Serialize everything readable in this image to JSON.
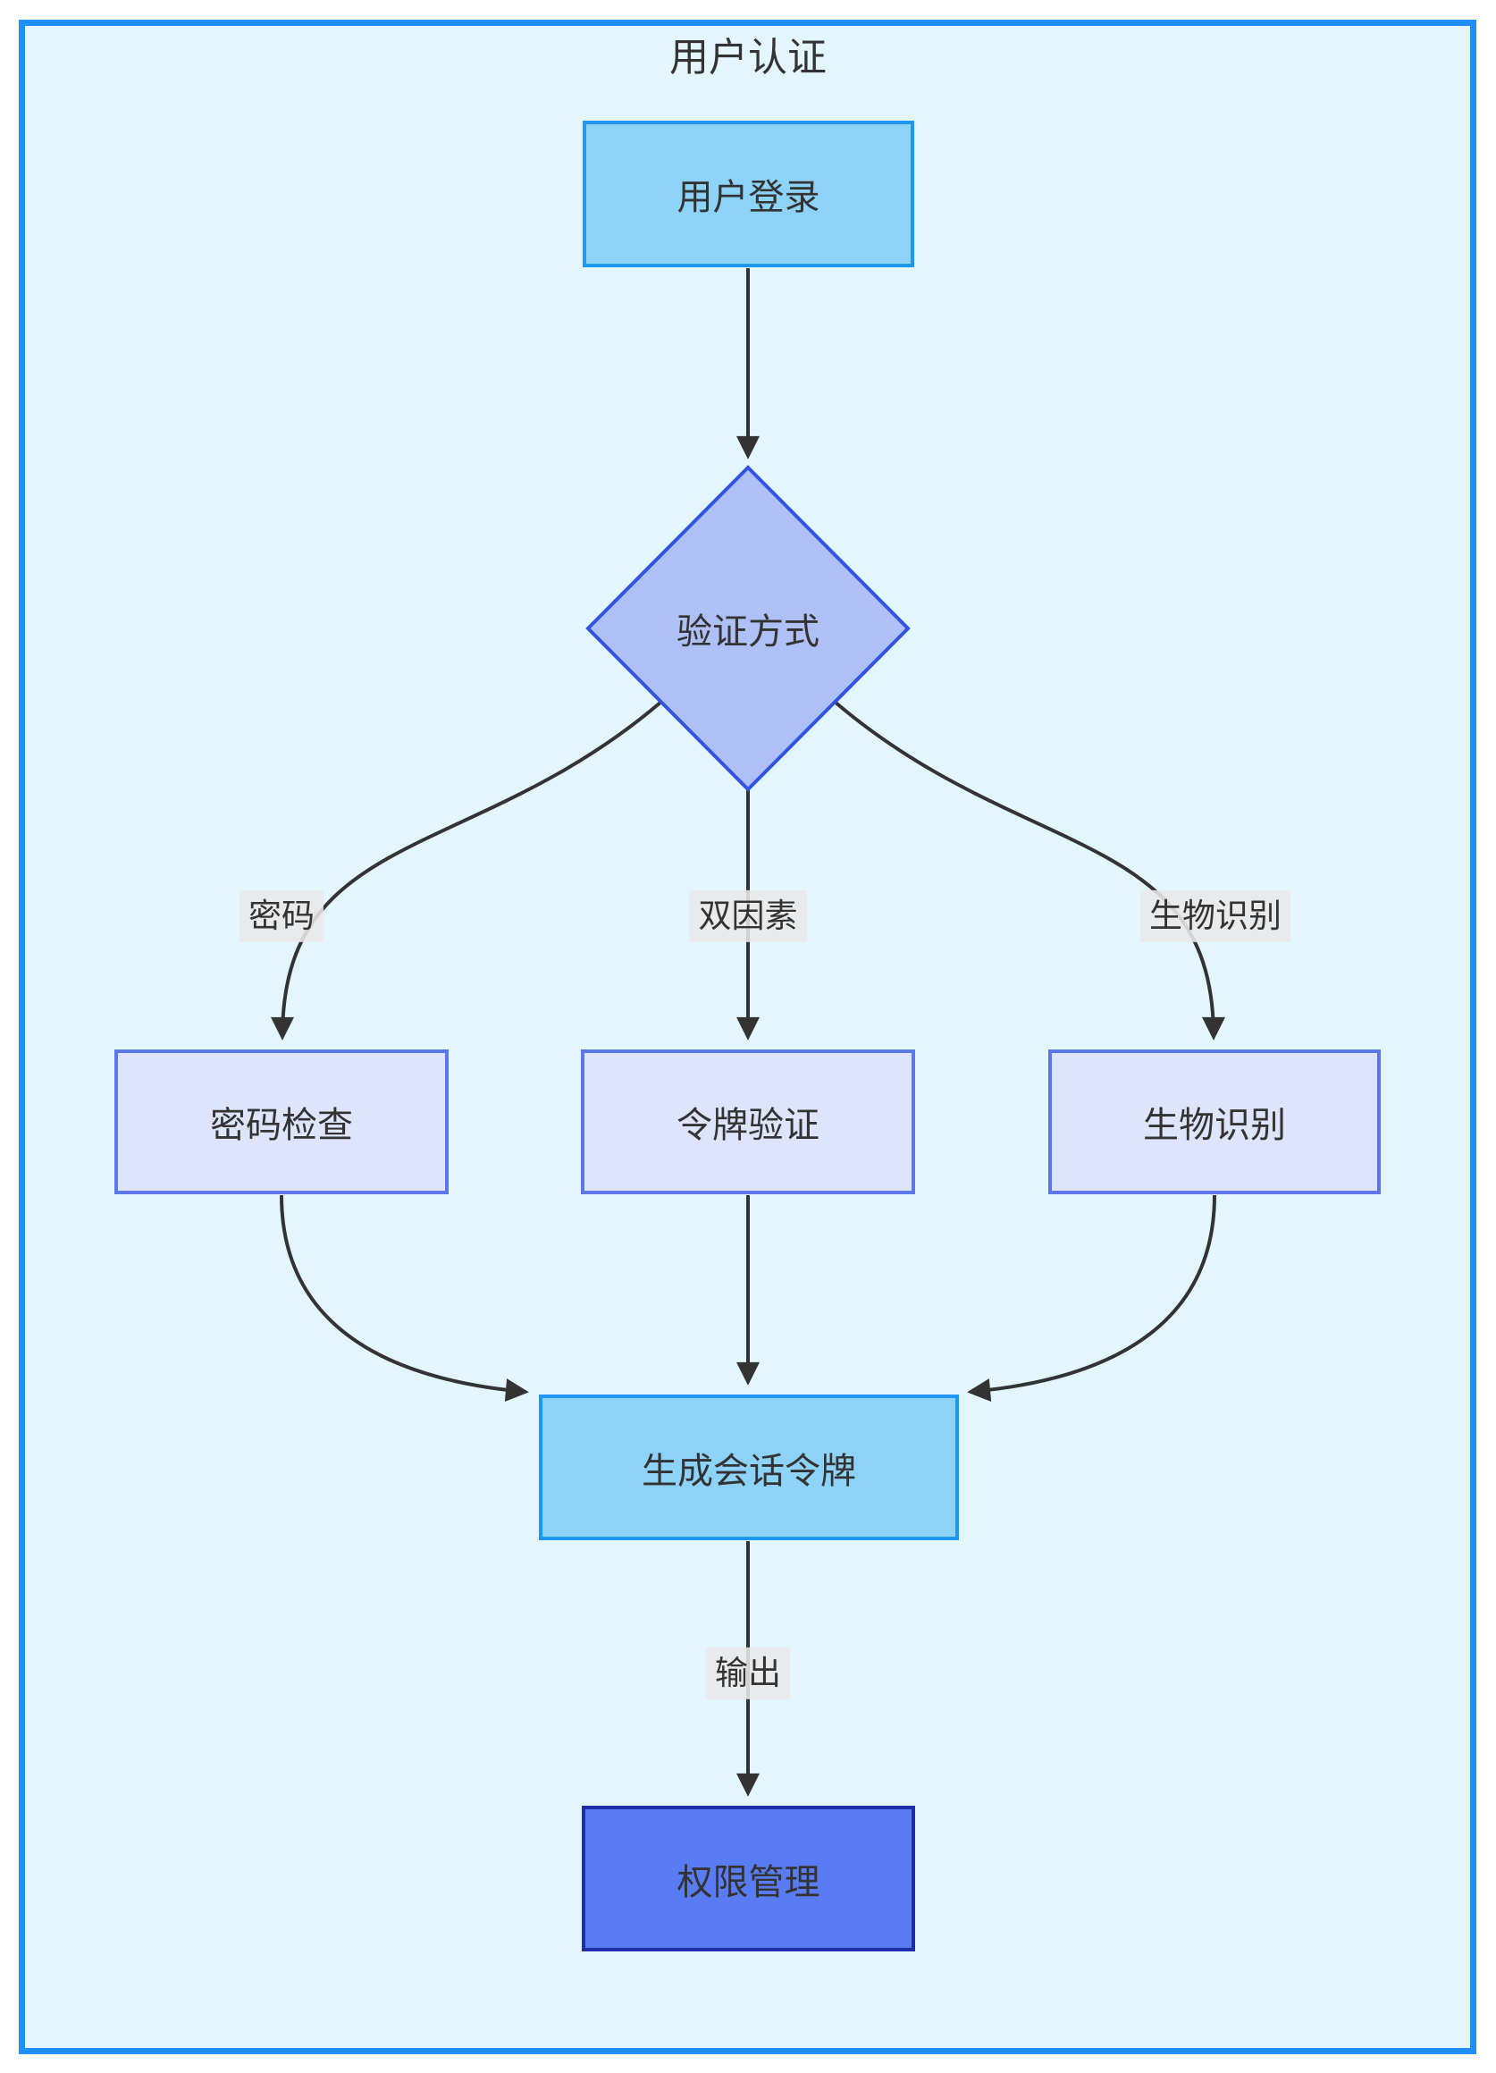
{
  "diagram": {
    "title": "用户认证",
    "nodes": {
      "login": {
        "label": "用户登录"
      },
      "decision": {
        "label": "验证方式"
      },
      "password_check": {
        "label": "密码检查"
      },
      "token_verify": {
        "label": "令牌验证"
      },
      "biometric": {
        "label": "生物识别"
      },
      "session": {
        "label": "生成会话令牌"
      },
      "permission": {
        "label": "权限管理"
      }
    },
    "edge_labels": {
      "password": "密码",
      "two_factor": "双因素",
      "biometric": "生物识别",
      "output": "输出"
    }
  },
  "colors": {
    "frame-border": "#1E8FFF",
    "canvas-bg": "#E4F6FD",
    "page-bg": "#FFFFFF",
    "node-sky-fill": "#8DD3F8",
    "node-sky-border": "#2196F3",
    "diamond-fill": "#AEC0F5",
    "diamond-border": "#3354E0",
    "process-fill": "#DDE4FB",
    "process-border": "#5C77E8",
    "final-fill": "#5A7CF2",
    "final-border": "#1C2FA8",
    "edge-line": "#333333",
    "edge-label-bg": "#E8E8E8",
    "text": "#333333"
  }
}
